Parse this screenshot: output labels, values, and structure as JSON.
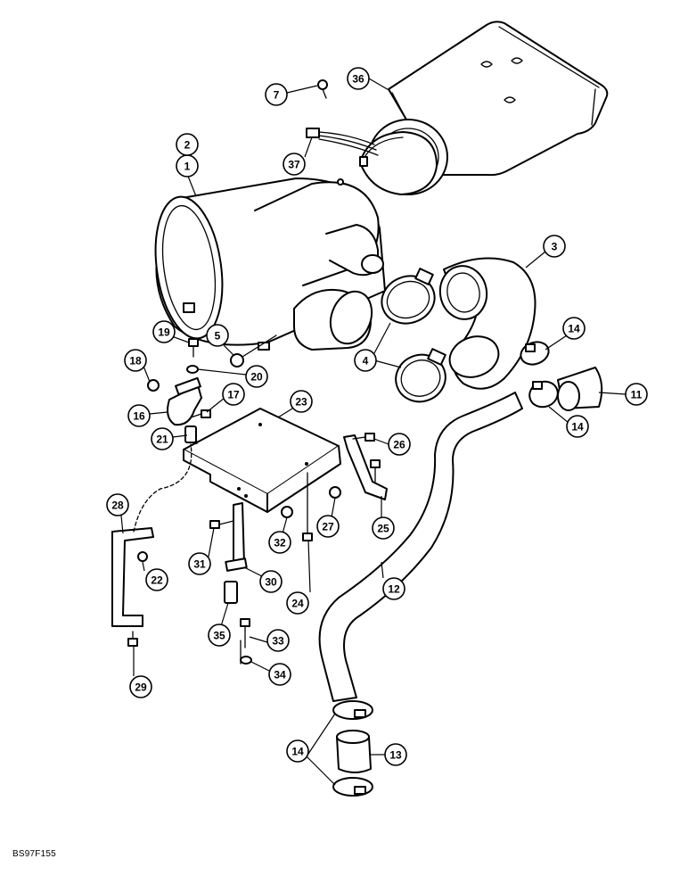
{
  "figure": {
    "code": "BS97F155"
  },
  "parts": [
    {
      "id": "p1",
      "label": "1"
    },
    {
      "id": "p2",
      "label": "2"
    },
    {
      "id": "p3",
      "label": "3"
    },
    {
      "id": "p4",
      "label": "4"
    },
    {
      "id": "p5",
      "label": "5"
    },
    {
      "id": "p7",
      "label": "7"
    },
    {
      "id": "p11",
      "label": "11"
    },
    {
      "id": "p12",
      "label": "12"
    },
    {
      "id": "p13",
      "label": "13"
    },
    {
      "id": "p14a",
      "label": "14"
    },
    {
      "id": "p14b",
      "label": "14"
    },
    {
      "id": "p14c",
      "label": "14"
    },
    {
      "id": "p16",
      "label": "16"
    },
    {
      "id": "p17",
      "label": "17"
    },
    {
      "id": "p18",
      "label": "18"
    },
    {
      "id": "p19",
      "label": "19"
    },
    {
      "id": "p20",
      "label": "20"
    },
    {
      "id": "p21",
      "label": "21"
    },
    {
      "id": "p22",
      "label": "22"
    },
    {
      "id": "p23",
      "label": "23"
    },
    {
      "id": "p24",
      "label": "24"
    },
    {
      "id": "p25",
      "label": "25"
    },
    {
      "id": "p26",
      "label": "26"
    },
    {
      "id": "p27",
      "label": "27"
    },
    {
      "id": "p28",
      "label": "28"
    },
    {
      "id": "p29",
      "label": "29"
    },
    {
      "id": "p30",
      "label": "30"
    },
    {
      "id": "p31",
      "label": "31"
    },
    {
      "id": "p32",
      "label": "32"
    },
    {
      "id": "p33",
      "label": "33"
    },
    {
      "id": "p34",
      "label": "34"
    },
    {
      "id": "p35",
      "label": "35"
    },
    {
      "id": "p36",
      "label": "36"
    },
    {
      "id": "p37",
      "label": "37"
    }
  ]
}
